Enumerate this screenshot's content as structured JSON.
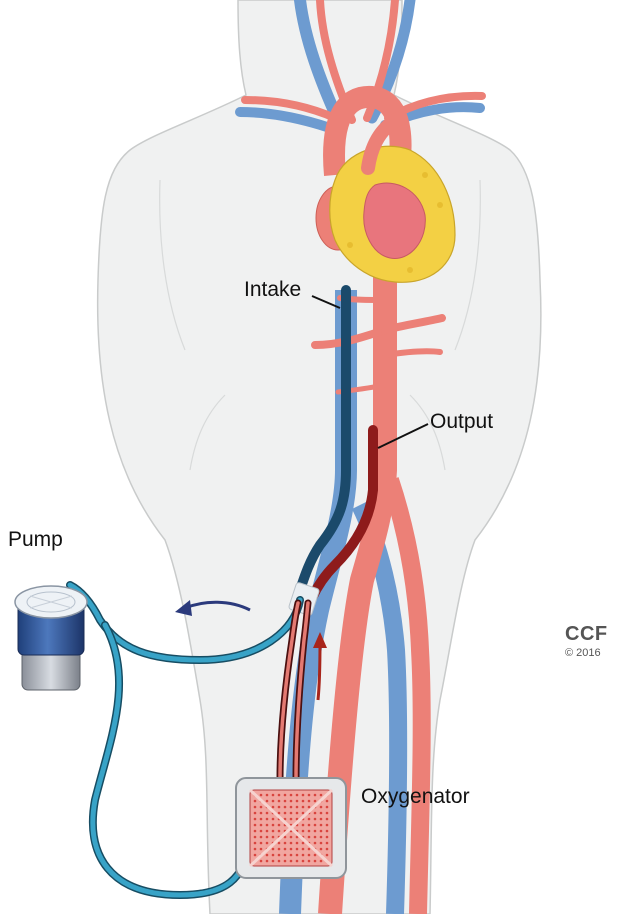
{
  "labels": {
    "intake": "Intake",
    "output": "Output",
    "pump": "Pump",
    "oxygenator": "Oxygenator"
  },
  "credit": {
    "main": "CCF",
    "year": "© 2016"
  },
  "colors": {
    "body": "#f0f1f1",
    "body_outline": "#c9cbcb",
    "artery": "#ec8077",
    "artery_dark": "#cd5f56",
    "vein": "#6d9bd0",
    "vein_dark": "#46709f",
    "heart_fat": "#f3d044",
    "tube": "#38a3c7",
    "tube_dark": "#174d63",
    "red_arrow": "#a8251b",
    "blue_arrow": "#2b3a7c",
    "oxygenator_mesh": "#e05a5a"
  }
}
